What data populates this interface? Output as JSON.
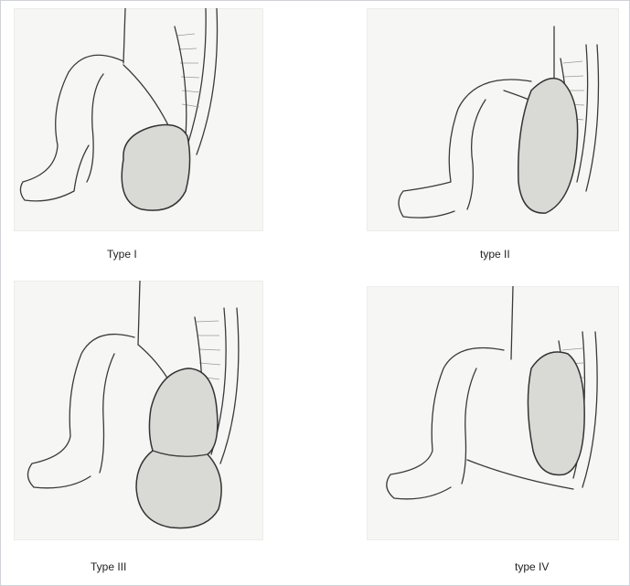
{
  "figure": {
    "panels": [
      {
        "caption": "Type I"
      },
      {
        "caption": "type II"
      },
      {
        "caption": "Type III"
      },
      {
        "caption": "type IV"
      }
    ]
  }
}
